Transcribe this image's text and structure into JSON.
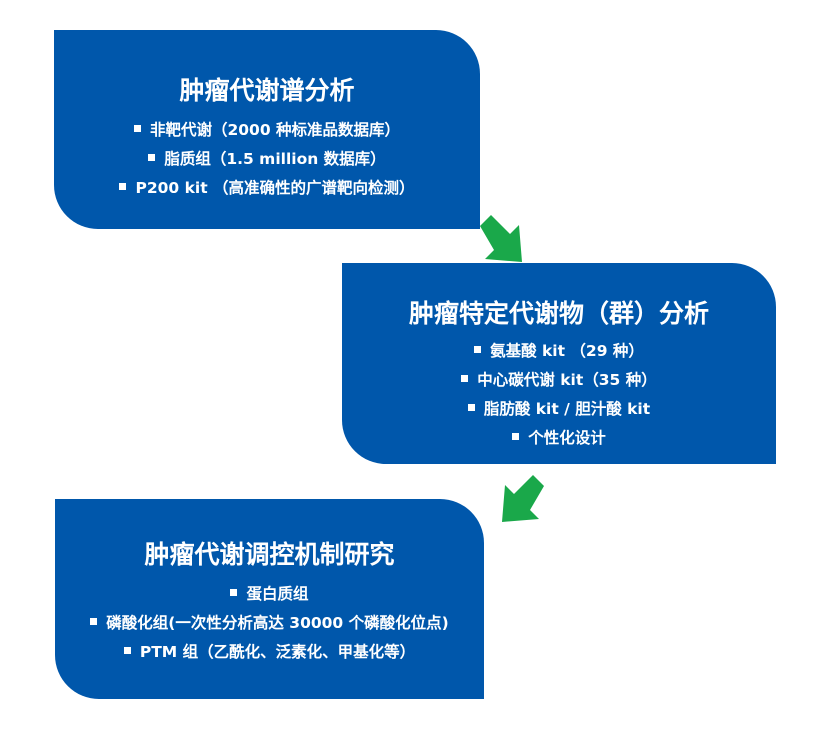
{
  "colors": {
    "box_fill": "#0057ab",
    "text": "#ffffff",
    "arrow": "#1aa84a"
  },
  "boxes": [
    {
      "title": "肿瘤代谢谱分析",
      "items": [
        "非靶代谢（2000 种标准品数据库）",
        "脂质组（1.5 million 数据库）",
        "P200 kit （高准确性的广谱靶向检测）"
      ]
    },
    {
      "title": "肿瘤特定代谢物（群）分析",
      "items": [
        "氨基酸 kit （29 种）",
        "中心碳代谢 kit（35 种）",
        "脂肪酸 kit / 胆汁酸 kit",
        "个性化设计"
      ]
    },
    {
      "title": "肿瘤代谢调控机制研究",
      "items": [
        "蛋白质组",
        "磷酸化组(一次性分析高达 30000 个磷酸化位点)",
        "PTM 组（乙酰化、泛素化、甲基化等）"
      ]
    }
  ],
  "arrows": [
    {
      "icon": "arrow-down-right-icon"
    },
    {
      "icon": "arrow-down-left-icon"
    }
  ]
}
